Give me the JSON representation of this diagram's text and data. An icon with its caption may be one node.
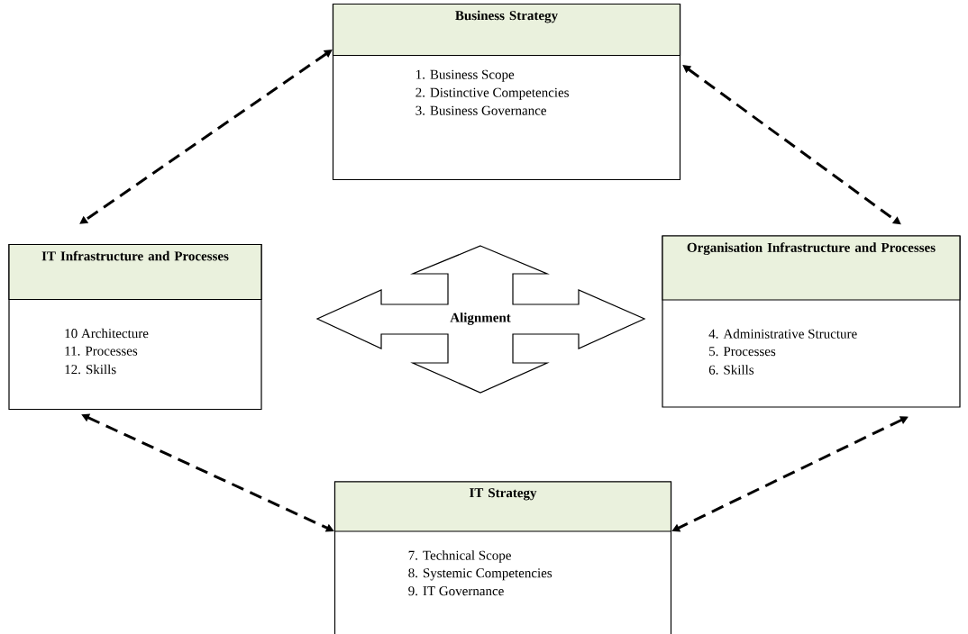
{
  "diagram": {
    "nodes": [
      {
        "text": [
          "Business Strategy",
          "1. Business Scope",
          "2. Distinctive Competencies",
          "3. Business Governance"
        ]
      },
      {
        "text": [
          "IT Infrastructure and Processes",
          "10 Architecture",
          "11. Processes",
          "12. Skills"
        ]
      },
      {
        "text": [
          "Alignment"
        ]
      },
      {
        "text": [
          "Organisation Infrastructure and Processes",
          "4. Administrative Structure",
          "5. Processes",
          "6. Skills"
        ]
      },
      {
        "text": [
          "IT Strategy",
          "7. Technical Scope",
          "8. Systemic Competencies",
          "9. IT Governance"
        ]
      }
    ],
    "edges": [
      {
        "from": 0,
        "to": 1,
        "arrow": "both",
        "style": "dashed"
      },
      {
        "from": 0,
        "to": 3,
        "arrow": "both",
        "style": "dashed"
      },
      {
        "from": 1,
        "to": 4,
        "arrow": "both",
        "style": "dashed"
      },
      {
        "from": 3,
        "to": 4,
        "arrow": "both",
        "style": "dashed"
      }
    ]
  }
}
